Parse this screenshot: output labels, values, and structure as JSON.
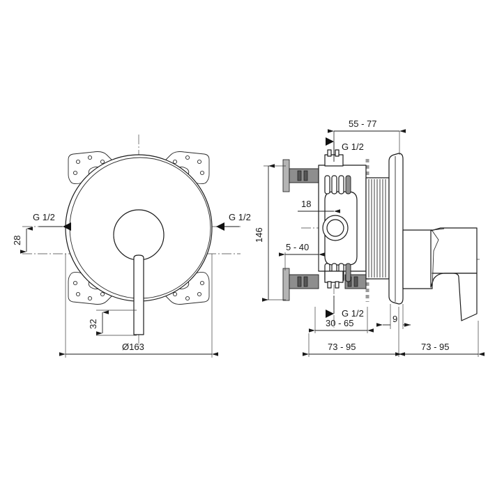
{
  "drawing": {
    "title": "Concealed shower mixer valve - technical dimension drawing",
    "background_color": "#ffffff",
    "line_color": "#1a1a1a",
    "shade_color": "#8e8e8e",
    "centerline_color": "#6e6e6e",
    "units": "mm"
  },
  "front_view": {
    "name": "front-elevation",
    "diameter_label": "Ø163",
    "lever_drop_label": "32",
    "offset_label": "28",
    "inlet_left_label": "G 1/2",
    "inlet_right_label": "G 1/2"
  },
  "section_view": {
    "name": "side-section",
    "top_label": "55 - 77",
    "height_label": "146",
    "spindle_label": "18",
    "bracket_label": "5 - 40",
    "body_depth_label": "30 - 65",
    "plate_thickness_label": "9",
    "span_left_label": "73 - 95",
    "span_right_label": "73 - 95",
    "inlet_top_label": "G 1/2",
    "inlet_bottom_label": "G 1/2"
  },
  "labels": [
    {
      "id": "dim-55-77",
      "text": "55 - 77"
    },
    {
      "id": "dim-g12-top",
      "text": "G 1/2"
    },
    {
      "id": "dim-146",
      "text": "146"
    },
    {
      "id": "dim-18",
      "text": "18"
    },
    {
      "id": "dim-5-40",
      "text": "5 - 40"
    },
    {
      "id": "dim-g12-bottom",
      "text": "G 1/2"
    },
    {
      "id": "dim-30-65",
      "text": "30 - 65"
    },
    {
      "id": "dim-9",
      "text": "9"
    },
    {
      "id": "dim-73-95-left",
      "text": "73 - 95"
    },
    {
      "id": "dim-73-95-right",
      "text": "73 - 95"
    },
    {
      "id": "dim-g12-left",
      "text": "G 1/2"
    },
    {
      "id": "dim-g12-right",
      "text": "G 1/2"
    },
    {
      "id": "dim-28",
      "text": "28"
    },
    {
      "id": "dim-32",
      "text": "32"
    },
    {
      "id": "dim-d163",
      "text": "Ø163"
    }
  ]
}
